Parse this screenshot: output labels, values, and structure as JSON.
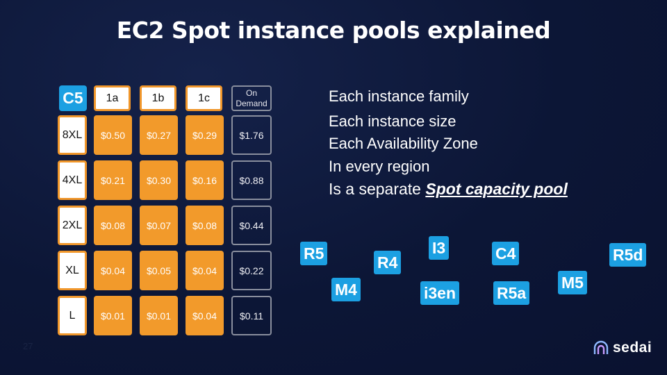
{
  "title": "EC2 Spot instance pools explained",
  "grid": {
    "family": "C5",
    "zones": [
      "1a",
      "1b",
      "1c"
    ],
    "on_demand_header": [
      "On",
      "Demand"
    ],
    "rows": [
      {
        "size": "8XL",
        "prices": [
          "$0.50",
          "$0.27",
          "$0.29"
        ],
        "on_demand": "$1.76"
      },
      {
        "size": "4XL",
        "prices": [
          "$0.21",
          "$0.30",
          "$0.16"
        ],
        "on_demand": "$0.88"
      },
      {
        "size": "2XL",
        "prices": [
          "$0.08",
          "$0.07",
          "$0.08"
        ],
        "on_demand": "$0.44"
      },
      {
        "size": "XL",
        "prices": [
          "$0.04",
          "$0.05",
          "$0.04"
        ],
        "on_demand": "$0.22"
      },
      {
        "size": "L",
        "prices": [
          "$0.01",
          "$0.01",
          "$0.04"
        ],
        "on_demand": "$0.11"
      }
    ]
  },
  "bullets": {
    "line1": "Each instance family",
    "line2": "Each instance size",
    "line3": "Each Availability Zone",
    "line4": "In every region",
    "line5_prefix": "Is a separate ",
    "line5_emphasis": "Spot capacity pool"
  },
  "families": [
    "R5",
    "R4",
    "M4",
    "I3",
    "i3en",
    "C4",
    "R5a",
    "M5",
    "R5d"
  ],
  "page_number": "27",
  "logo": {
    "text": "sedai"
  },
  "colors": {
    "background": "#0c1636",
    "spot_orange": "#f29a2b",
    "family_blue": "#1ca0e2",
    "on_demand_border": "#8a8f9e"
  }
}
